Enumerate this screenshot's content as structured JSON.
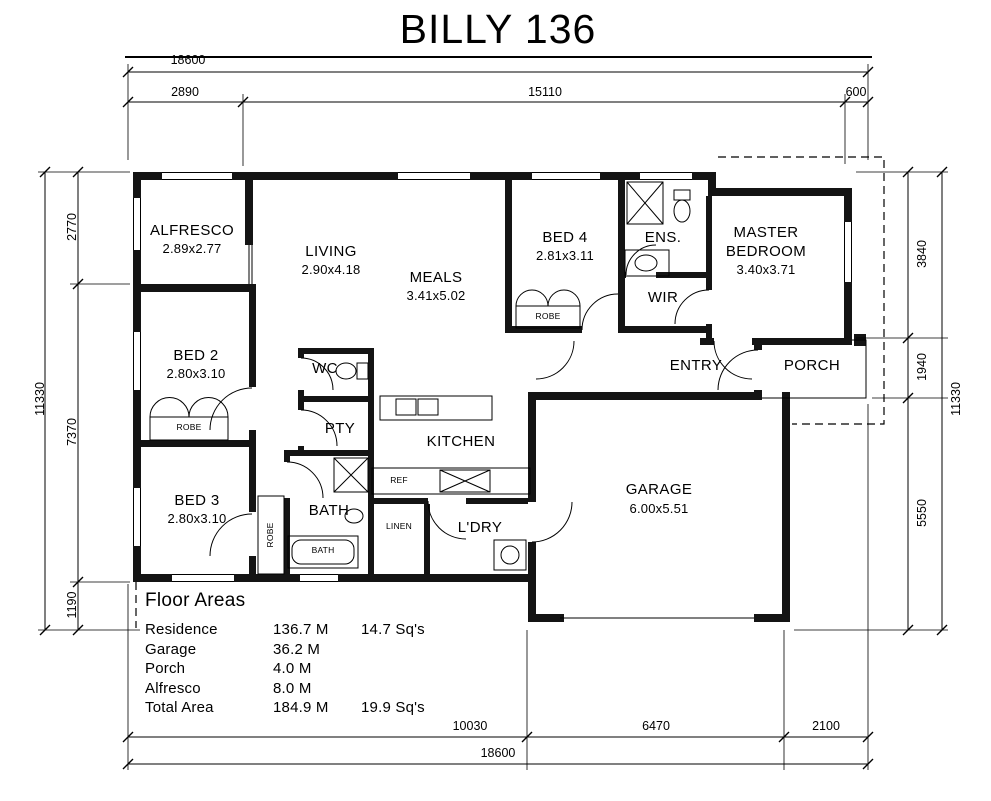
{
  "title": "BILLY 136",
  "dims": {
    "top": {
      "overall": "18600",
      "segments": [
        "2890",
        "15110",
        "600"
      ]
    },
    "left": {
      "overall": "11330",
      "segments": [
        "2770",
        "7370",
        "1190"
      ]
    },
    "right": {
      "overall": "11330",
      "segments": [
        "3840",
        "1940",
        "5550"
      ]
    },
    "bottom": {
      "overall": "18600",
      "segments": [
        "10030",
        "6470",
        "2100"
      ]
    }
  },
  "rooms": {
    "alfresco": {
      "name": "ALFRESCO",
      "size": "2.89x2.77"
    },
    "living": {
      "name": "LIVING",
      "size": "2.90x4.18"
    },
    "meals": {
      "name": "MEALS",
      "size": "3.41x5.02"
    },
    "bed4": {
      "name": "BED 4",
      "size": "2.81x3.11"
    },
    "ens": {
      "name": "ENS."
    },
    "master": {
      "name": "MASTER BEDROOM",
      "size": "3.40x3.71"
    },
    "wir": {
      "name": "WIR"
    },
    "bed2": {
      "name": "BED 2",
      "size": "2.80x3.10"
    },
    "wc": {
      "name": "WC"
    },
    "entry": {
      "name": "ENTRY"
    },
    "porch": {
      "name": "PORCH"
    },
    "pty": {
      "name": "PTY"
    },
    "kitchen": {
      "name": "KITCHEN"
    },
    "bed3": {
      "name": "BED 3",
      "size": "2.80x3.10"
    },
    "bath": {
      "name": "BATH"
    },
    "ldry": {
      "name": "L'DRY"
    },
    "garage": {
      "name": "GARAGE",
      "size": "6.00x5.51"
    }
  },
  "fixtures": {
    "robe": "ROBE",
    "bath_tub": "BATH",
    "ref": "REF",
    "linen": "LINEN"
  },
  "floor_areas": {
    "heading": "Floor Areas",
    "rows": [
      {
        "label": "Residence",
        "value": "136.7 M",
        "extra": "14.7 Sq's"
      },
      {
        "label": "Garage",
        "value": "36.2 M",
        "extra": ""
      },
      {
        "label": "Porch",
        "value": "4.0 M",
        "extra": ""
      },
      {
        "label": "Alfresco",
        "value": "8.0 M",
        "extra": ""
      },
      {
        "label": "Total Area",
        "value": "184.9 M",
        "extra": "19.9 Sq's"
      }
    ]
  }
}
